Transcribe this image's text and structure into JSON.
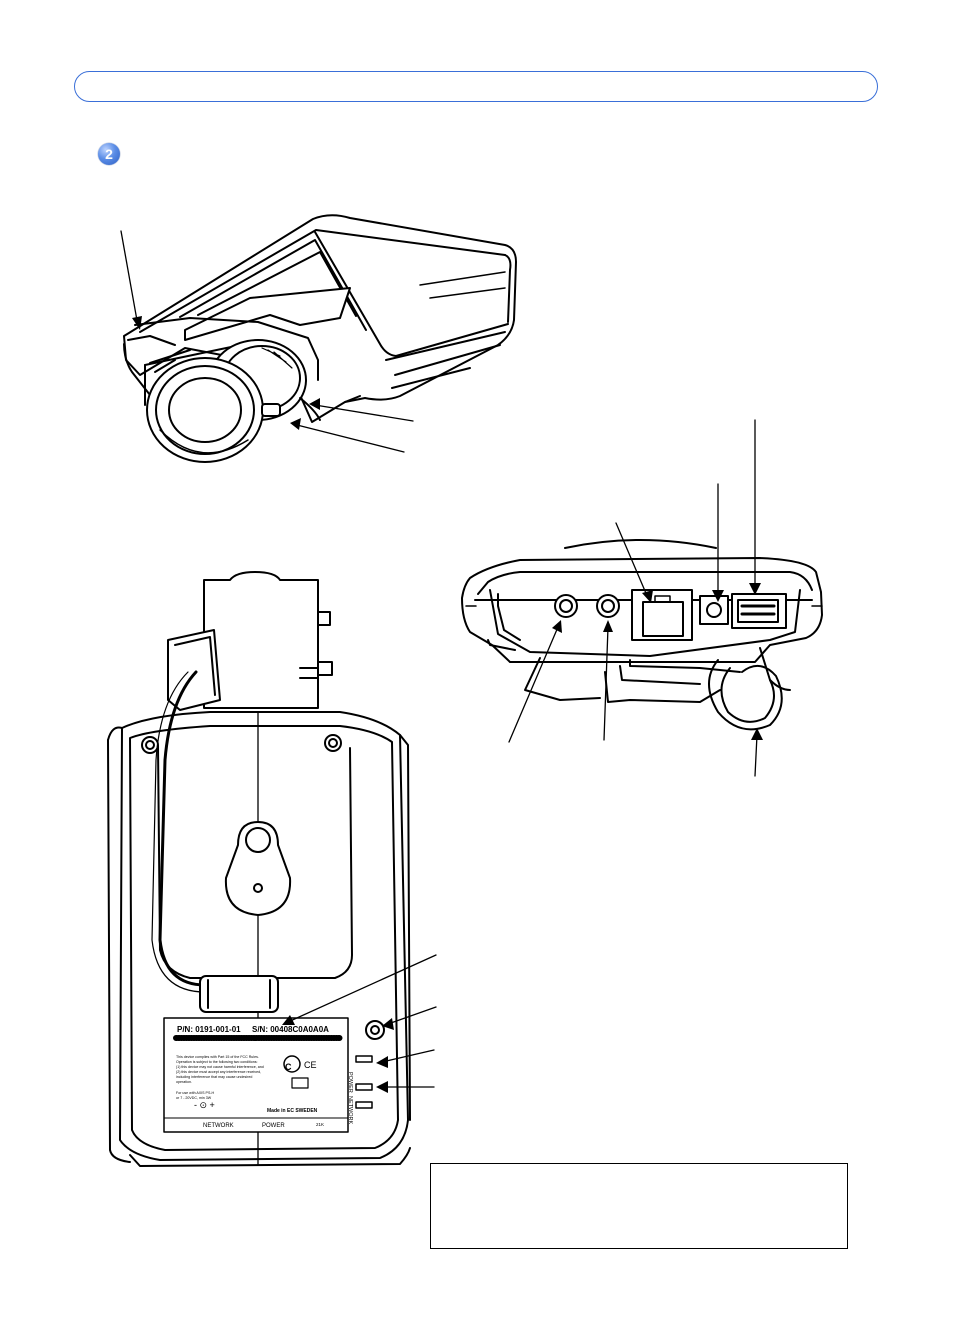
{
  "header": {
    "title": ""
  },
  "step": {
    "number": "2"
  },
  "label": {
    "part_number": "P/N: 0191-001-01",
    "serial_number": "S/N: 00408C0A0A0A",
    "compliance": [
      "This device complies with Part 15 of the FCC Rules.",
      "Operation is subject to the following two conditions:",
      "(1) this device may not cause harmful interference, and",
      "(2) this device must accept any interference received,",
      "including interference that may cause undesired",
      "operation."
    ],
    "power_spec": [
      "For use with AXIS PS-H",
      "or 7 - 20VDC, min 3W"
    ],
    "origin": "Made in EC SWEDEN",
    "network": "NETWORK",
    "power": "POWER",
    "code": "21K"
  },
  "side_labels": {
    "power": "POWER",
    "network": "NETWORK"
  },
  "note": {
    "text": ""
  }
}
